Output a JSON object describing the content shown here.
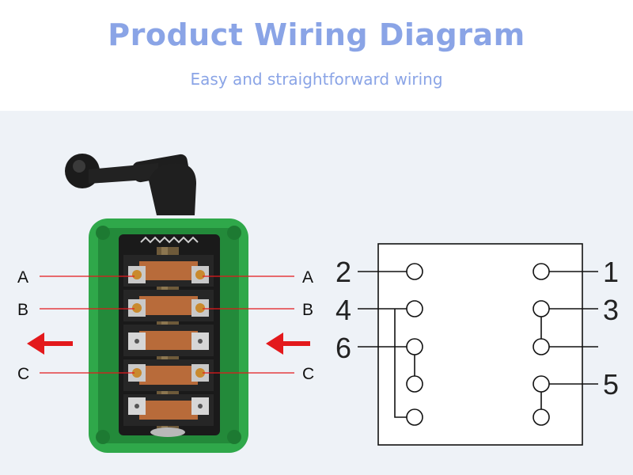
{
  "header": {
    "title": "Product Wiring Diagram",
    "subtitle": "Easy and straightforward wiring"
  },
  "switch_labels": {
    "left": [
      "A",
      "B",
      "C"
    ],
    "right": [
      "A",
      "B",
      "C"
    ]
  },
  "schematic": {
    "terminals_left": [
      "2",
      "4",
      "6"
    ],
    "terminals_right": [
      "1",
      "3",
      "5"
    ]
  },
  "colors": {
    "title": "#8aa4e6",
    "housing": "#2fa84a",
    "arrow": "#e3191c",
    "label_line": "#e3191c",
    "schematic_line": "#111111"
  }
}
